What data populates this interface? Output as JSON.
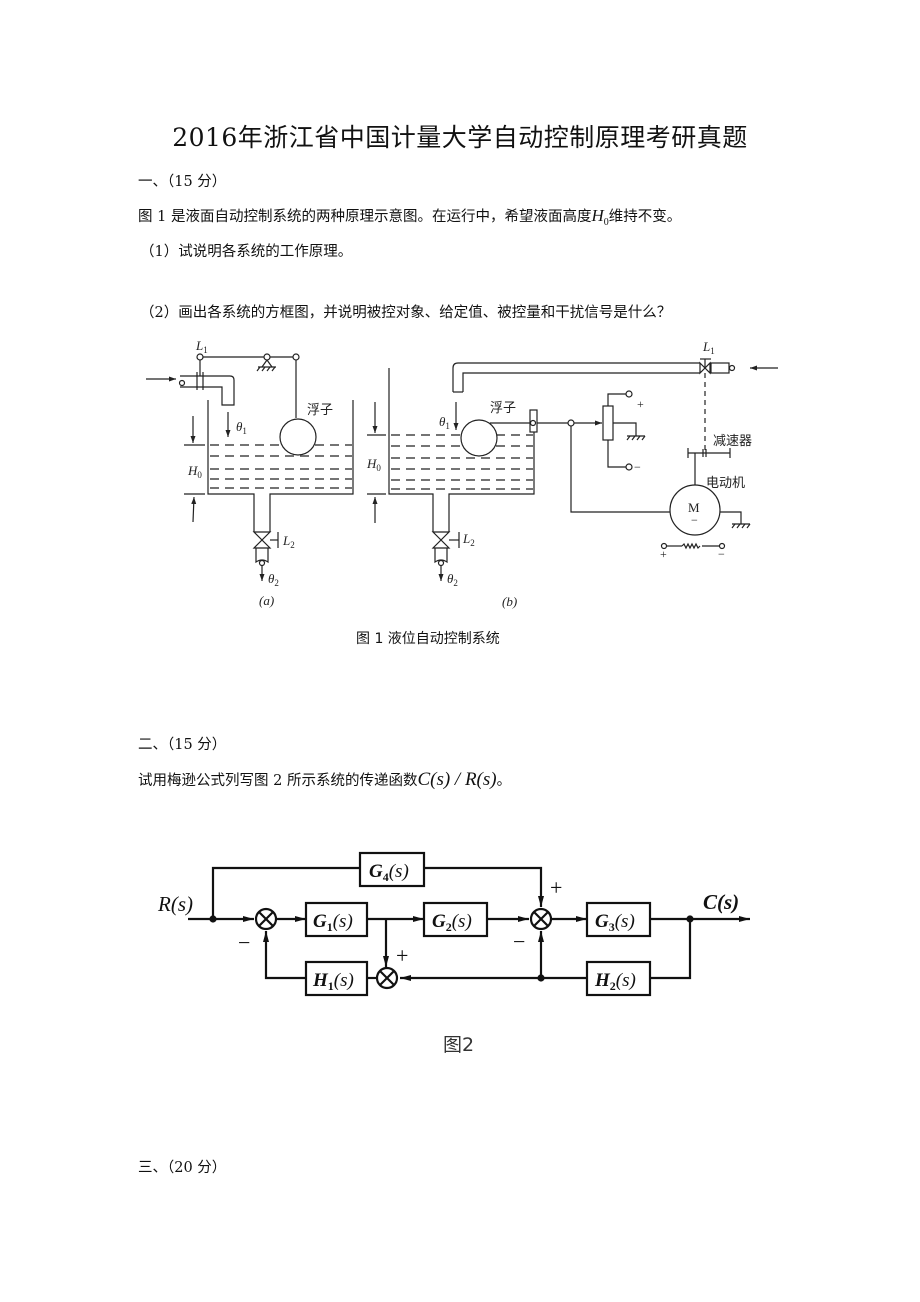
{
  "document": {
    "title": "2016年浙江省中国计量大学自动控制原理考研真题"
  },
  "q1": {
    "header": "一、（15 分）",
    "intro_before": "图 1 是液面自动控制系统的两种原理示意图。在运行中，希望液面高度",
    "intro_var": "H",
    "intro_var_sub": "0",
    "intro_after": "维持不变。",
    "part1": "（1）试说明各系统的工作原理。",
    "part2": "（2）画出各系统的方框图，并说明被控对象、给定值、被控量和干扰信号是什么？",
    "figure": {
      "caption": "图 1   液位自动控制系统",
      "a": {
        "label": "(a)",
        "valve_in": "L",
        "valve_in_sub": "1",
        "valve_out": "L",
        "valve_out_sub": "2",
        "flow_in": "θ",
        "flow_in_sub": "1",
        "flow_out": "θ",
        "flow_out_sub": "2",
        "level": "H",
        "level_sub": "0",
        "float": "浮子"
      },
      "b": {
        "label": "(b)",
        "valve_in": "L",
        "valve_in_sub": "1",
        "valve_out": "L",
        "valve_out_sub": "2",
        "flow_in": "θ",
        "flow_in_sub": "1",
        "flow_out": "θ",
        "flow_out_sub": "2",
        "level": "H",
        "level_sub": "0",
        "float": "浮子",
        "reducer": "减速器",
        "motor": "电动机",
        "motor_symbol": "M",
        "motor_minus": "−",
        "pot_plus": "+",
        "pot_minus": "−",
        "field_plus": "+",
        "field_minus": "−"
      }
    }
  },
  "q2": {
    "header": "二、（15 分）",
    "text_before": "试用梅逊公式列写图 2 所示系统的传递函数",
    "formula": "C(s) / R(s)",
    "text_after": "。",
    "figure": {
      "caption": "图2",
      "input": "R(s)",
      "output": "C(s)",
      "blocks": {
        "G1": "G",
        "G1_sub": "1",
        "G2": "G",
        "G2_sub": "2",
        "G3": "G",
        "G3_sub": "3",
        "G4": "G",
        "G4_sub": "4",
        "H1": "H",
        "H1_sub": "1",
        "H2": "H",
        "H2_sub": "2",
        "arg": "(s)"
      },
      "signs": {
        "sum1_feedback": "−",
        "sum2_top": "+",
        "sum3_top": "+",
        "sum3_bottom": "−"
      }
    }
  },
  "q3": {
    "header": "三、（20 分）"
  }
}
